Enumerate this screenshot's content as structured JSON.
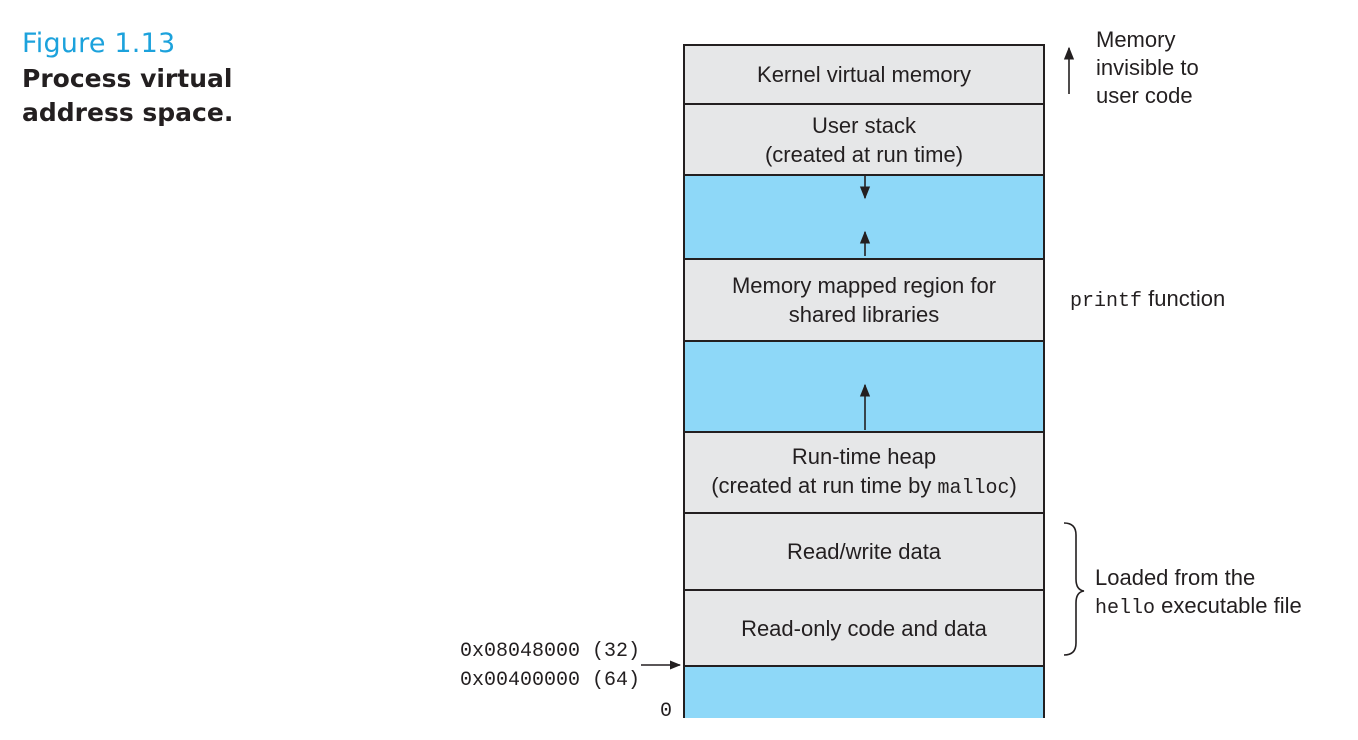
{
  "caption": {
    "number": "Figure 1.13",
    "title": "Process virtual address space."
  },
  "regions": [
    {
      "line1": "Kernel virtual memory",
      "line2": "",
      "kind": "gray"
    },
    {
      "line1": "User stack",
      "line2": "(created at run time)",
      "kind": "gray"
    },
    {
      "line1": "",
      "line2": "",
      "kind": "blue"
    },
    {
      "line1": "Memory mapped region for",
      "line2": "shared libraries",
      "kind": "gray"
    },
    {
      "line1": "",
      "line2": "",
      "kind": "blue"
    },
    {
      "line1": "Run-time heap",
      "line2": "(created at run time by ",
      "code": "malloc",
      "after": ")",
      "kind": "gray"
    },
    {
      "line1": "Read/write data",
      "line2": "",
      "kind": "gray"
    },
    {
      "line1": "Read-only code and data",
      "line2": "",
      "kind": "gray"
    },
    {
      "line1": "",
      "line2": "",
      "kind": "blue"
    }
  ],
  "annotations": {
    "kernel_note": [
      "Memory",
      "invisible to",
      "user code"
    ],
    "printf_code": "printf",
    "printf_text": " function",
    "loaded_line1": "Loaded from the",
    "loaded_code": "hello",
    "loaded_text": " executable file"
  },
  "addresses": {
    "addr32": "0x08048000 (32)",
    "addr64": "0x00400000 (64)",
    "zero": "0"
  },
  "colors": {
    "region_fill": "#e6e7e8",
    "free_fill": "#8ed8f8",
    "caption_blue": "#1ca2dc"
  }
}
